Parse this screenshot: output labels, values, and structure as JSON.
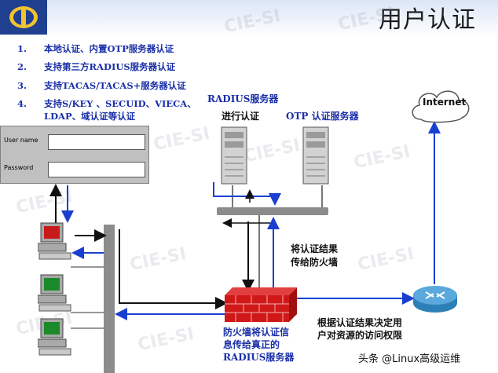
{
  "title": "用户认证",
  "watermark": "CIE-SI",
  "features": [
    {
      "num": "1.",
      "text": "本地认证、内置OTP服务器认证"
    },
    {
      "num": "2.",
      "text": "支持第三方RADIUS服务器认证"
    },
    {
      "num": "3.",
      "text": "支持TACAS/TACAS+服务器认证"
    },
    {
      "num": "4.",
      "text": "支持S/KEY 、SECUID、VIECA、",
      "text2": "LDAP、域认证等认证"
    }
  ],
  "login": {
    "username_label": "User name",
    "password_label": "Password"
  },
  "labels": {
    "radius_server": "RADIUS服务器",
    "auth_in_progress": "进行认证",
    "otp_server": "OTP 认证服务器",
    "internet": "Internet",
    "pass_result_line1": "将认证结果",
    "pass_result_line2": "传给防火墙",
    "firewall_line1": "防火墙将认证信",
    "firewall_line2": "息传给真正的",
    "firewall_line3": "RADIUS服务器",
    "decide_line1": "根据认证结果决定用",
    "decide_line2": "户对资源的访问权限"
  },
  "credit": "头条 @Linux高级运维",
  "colors": {
    "arrow_blue": "#1a3fd0",
    "firewall_red": "#d01818",
    "title_text": "#1a2fa8",
    "logo": "#1f3f8f"
  },
  "icons": [
    "logo-emblem-icon",
    "server-icon",
    "computer-icon",
    "firewall-icon",
    "router-icon",
    "cloud-icon"
  ]
}
